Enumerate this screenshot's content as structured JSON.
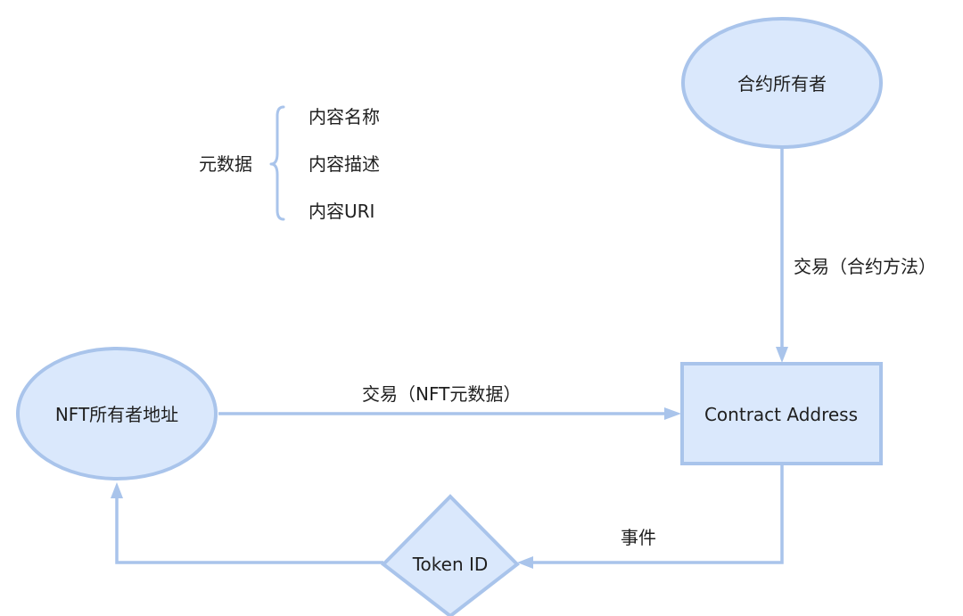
{
  "metadata": {
    "group_label": "元数据",
    "items": [
      "内容名称",
      "内容描述",
      "内容URI"
    ]
  },
  "nodes": {
    "contract_owner": "合约所有者",
    "nft_owner_address": "NFT所有者地址",
    "contract_address": "Contract Address",
    "token_id": "Token ID"
  },
  "edges": {
    "owner_to_contract": "交易（合约方法）",
    "nft_owner_to_contract": "交易（NFT元数据）",
    "contract_to_token": "事件"
  },
  "colors": {
    "node_fill": "#dae8fc",
    "node_stroke": "#a9c4eb",
    "text": "#1f1f1f"
  }
}
